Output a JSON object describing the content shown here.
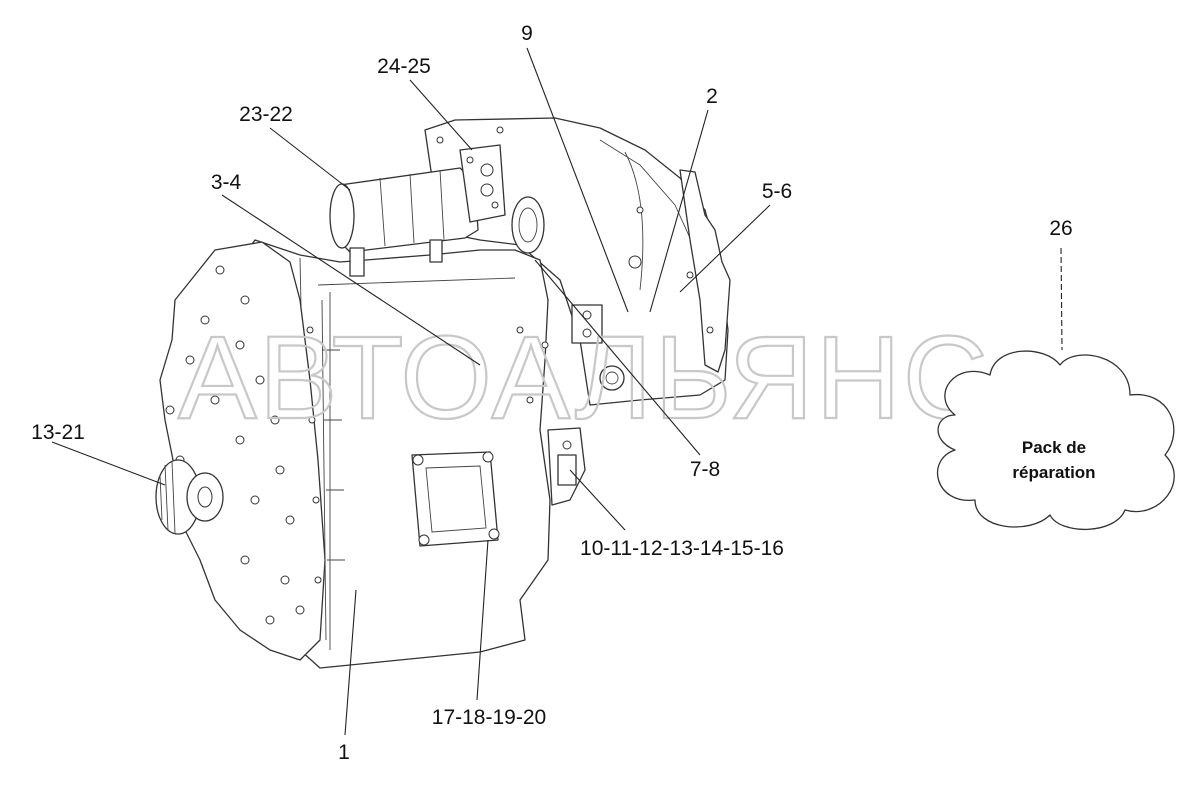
{
  "watermark": "АВТОАЛЬЯНС",
  "callouts": {
    "c1": "1",
    "c2": "2",
    "c3_4": "3-4",
    "c5_6": "5-6",
    "c7_8": "7-8",
    "c9": "9",
    "c10_16": "10-11-12-13-14-15-16",
    "c13_21": "13-21",
    "c17_20": "17-18-19-20",
    "c23_22": "23-22",
    "c24_25": "24-25",
    "c26": "26"
  },
  "repair_pack": {
    "line1": "Pack de",
    "line2": "réparation"
  }
}
